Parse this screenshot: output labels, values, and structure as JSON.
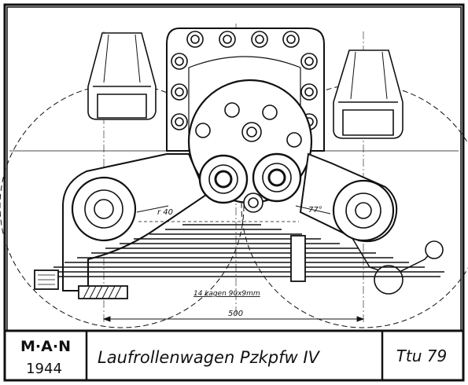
{
  "drawing": {
    "labels": {
      "dim_radius": "r 40",
      "dim_angle": "77°",
      "dim_length": "500",
      "spring_note": "14 Lagen 90x9mm"
    }
  },
  "title_block": {
    "company": "M·A·N",
    "year": "1944",
    "title": "Laufrollenwagen Pzkpfw IV",
    "drawing_number": "Ttu 79"
  }
}
